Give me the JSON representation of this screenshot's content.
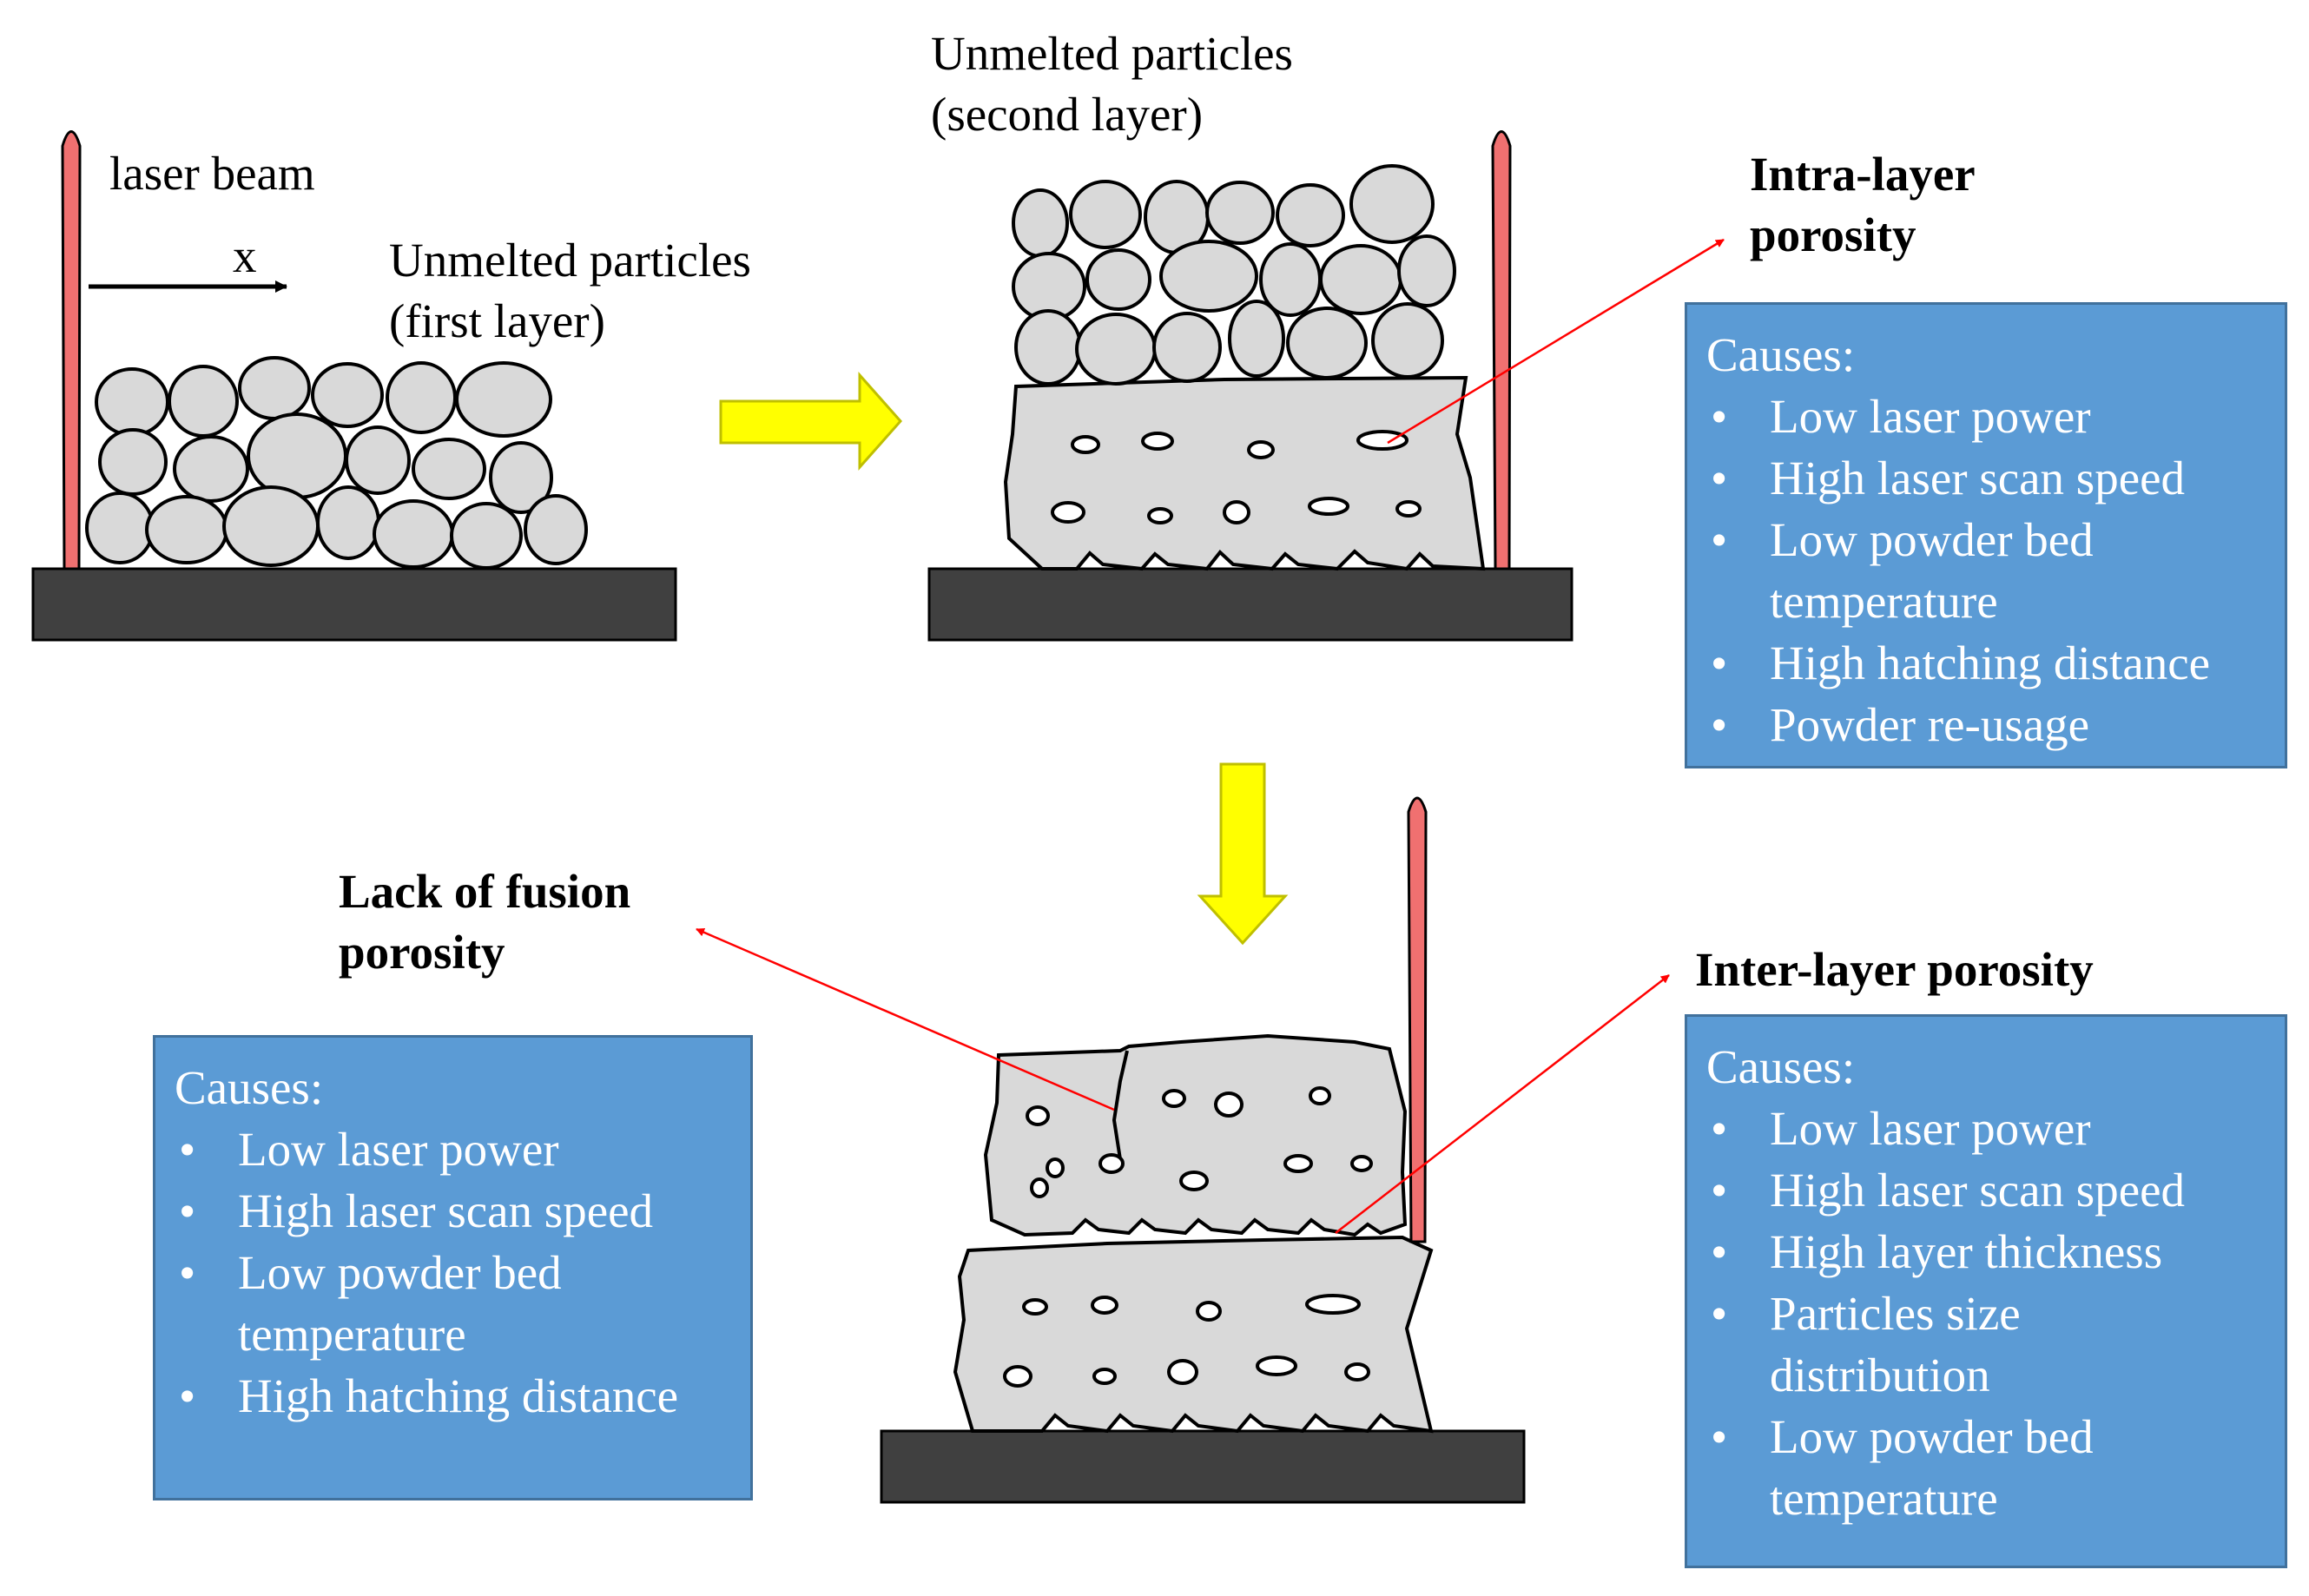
{
  "labels": {
    "laser_beam": "laser beam",
    "x_axis": "x",
    "unmelted_first": [
      "Unmelted particles",
      "(first layer)"
    ],
    "unmelted_second": [
      "Unmelted particles",
      "(second layer)"
    ],
    "intra_title": [
      "Intra-layer",
      "porosity"
    ],
    "lack_title": [
      "Lack of fusion",
      "porosity"
    ],
    "inter_title": "Inter-layer porosity"
  },
  "boxes": {
    "intra": {
      "header": "Causes:",
      "items": [
        "Low laser power",
        "High laser scan speed",
        "Low powder bed temperature",
        "High hatching distance",
        "Powder re-usage"
      ]
    },
    "lack": {
      "header": "Causes:",
      "items": [
        "Low laser power",
        "High laser scan speed",
        "Low powder bed temperature",
        "High hatching distance"
      ]
    },
    "inter": {
      "header": "Causes:",
      "items": [
        "Low laser power",
        "High laser scan speed",
        "High layer thickness",
        "Particles size distribution",
        "Low powder bed temperature"
      ]
    }
  },
  "colors": {
    "box_fill": "#5b9bd5",
    "box_border": "#41719c",
    "laser": "#f07070",
    "process_arrow": "#ffff00",
    "pointer_arrow": "#ff0000",
    "particle": "#d9d9d9",
    "platform": "#404040"
  }
}
